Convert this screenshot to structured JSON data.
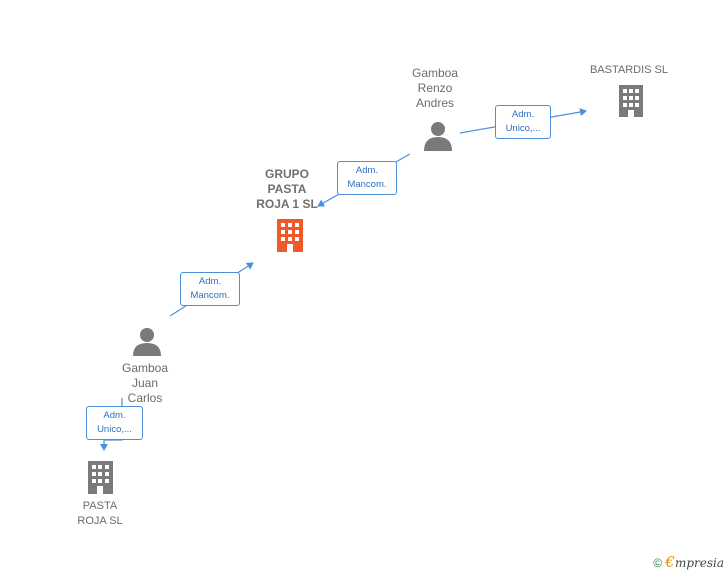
{
  "nodes": {
    "bastardis": {
      "label": "BASTARDIS  SL"
    },
    "gamboa_renzo": {
      "label": "Gamboa\nRenzo\nAndres"
    },
    "grupo_pasta": {
      "label": "GRUPO\nPASTA\nROJA 1  SL"
    },
    "gamboa_juan": {
      "label": "Gamboa\nJuan\nCarlos"
    },
    "pasta_roja": {
      "label": "PASTA\nROJA  SL"
    }
  },
  "edges": {
    "renzo_to_bastardis": {
      "label": "Adm.\nUnico,..."
    },
    "renzo_to_grupo": {
      "label": "Adm.\nMancom."
    },
    "juan_to_grupo": {
      "label": "Adm.\nMancom."
    },
    "juan_to_pasta": {
      "label": "Adm.\nUnico,..."
    }
  },
  "footer": {
    "copyright": "©",
    "brand_first": "€",
    "brand_rest": "mpresia"
  },
  "colors": {
    "edge": "#4a90d9",
    "company": "#7a7a7a",
    "main_company": "#f05a28",
    "person": "#7a7a7a"
  }
}
